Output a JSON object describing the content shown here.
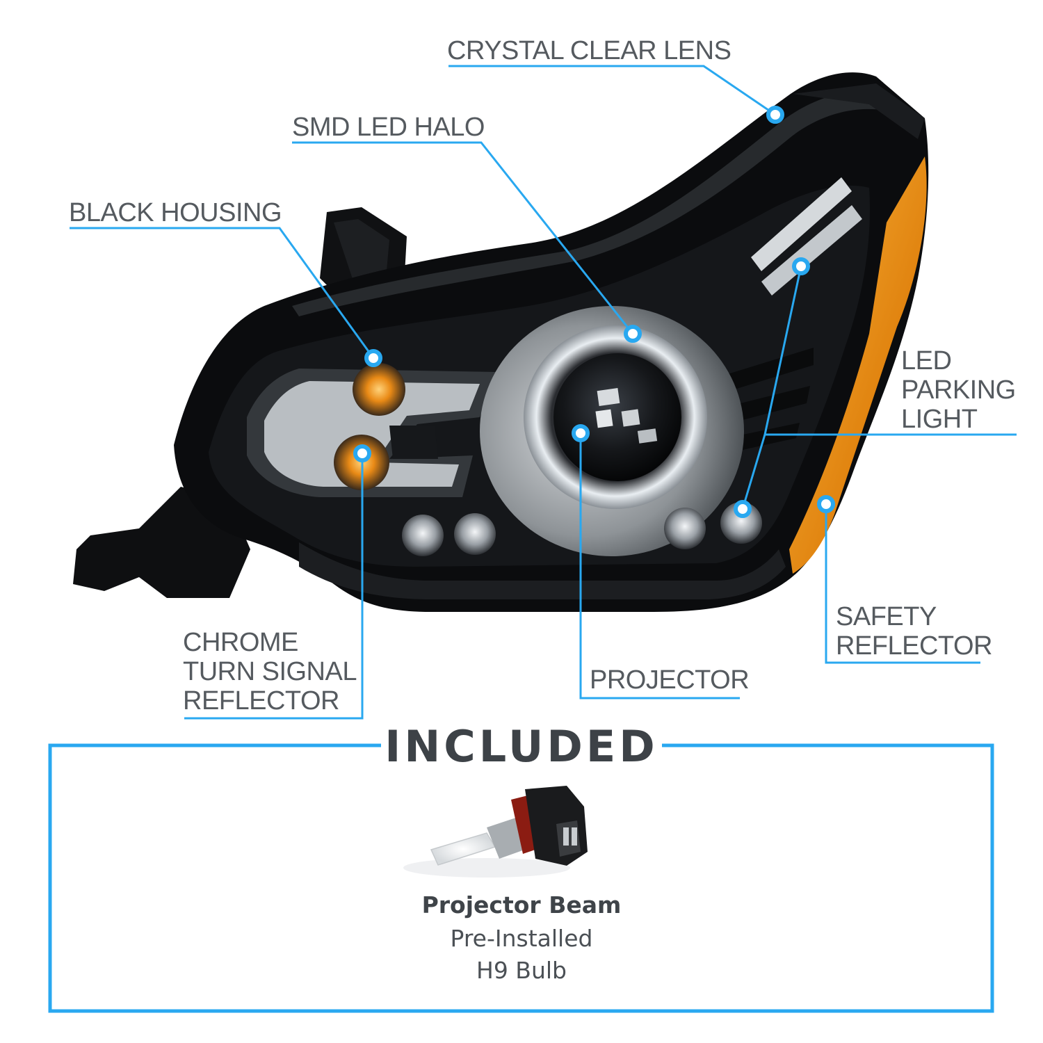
{
  "accent_color": "#29a8f0",
  "callouts": [
    {
      "id": "crystal-clear-lens",
      "lines": [
        "CRYSTAL CLEAR LENS"
      ]
    },
    {
      "id": "smd-led-halo",
      "lines": [
        "SMD LED HALO"
      ]
    },
    {
      "id": "black-housing",
      "lines": [
        "BLACK HOUSING"
      ]
    },
    {
      "id": "led-parking-light",
      "lines": [
        "LED",
        "PARKING",
        "LIGHT"
      ]
    },
    {
      "id": "safety-reflector",
      "lines": [
        "SAFETY",
        "REFLECTOR"
      ]
    },
    {
      "id": "projector",
      "lines": [
        "PROJECTOR"
      ]
    },
    {
      "id": "chrome-turn-signal-reflector",
      "lines": [
        "CHROME",
        "TURN SIGNAL",
        "REFLECTOR"
      ]
    }
  ],
  "included": {
    "title": "INCLUDED",
    "item_name": "Projector Beam",
    "item_line2": "Pre-Installed",
    "item_line3": "H9 Bulb"
  }
}
